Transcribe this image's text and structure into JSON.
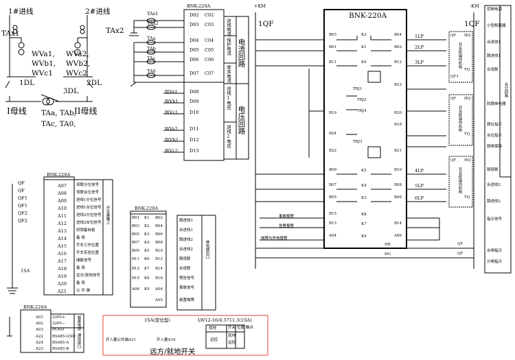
{
  "top_left": {
    "line1": "1#进线",
    "line2": "2#进线",
    "tax1": "TAx1",
    "tax2": "TAx2",
    "wv1": [
      "WVa1,",
      "WVb1,",
      "WVc1"
    ],
    "wv2": [
      "WVa2,",
      "WVb2,",
      "WVc2"
    ],
    "dl1": "1DL",
    "dl2": "2DL",
    "dl3": "3DL",
    "bus1": "I母线",
    "bus2": "II母线",
    "ta_list1": "TAa, TAb,",
    "ta_list2": "TAc, TA0,"
  },
  "analog_block": {
    "title": "BNK-220A",
    "ct_labels": [
      "TAx1",
      "TAx2",
      "TAa",
      "TAb",
      "TAc",
      "TA0"
    ],
    "left_terms": [
      "D02",
      "D03",
      "D04",
      "D05",
      "D06",
      "D07"
    ],
    "right_terms": [
      "C02",
      "C03",
      "C04",
      "C05",
      "C06",
      "C07"
    ],
    "pt_labels": [
      "WVa1",
      "WVb1",
      "WVc1",
      "WVa2",
      "WVb2",
      "WVc2"
    ],
    "pt_terms": [
      "D08",
      "D09",
      "D10",
      "D11",
      "D12",
      "D13"
    ],
    "side1": [
      "进线电流",
      "保护电流",
      "零序电流",
      "进线1电压",
      "进线2电压"
    ],
    "group1": "电流回路",
    "group2": "电压回路"
  },
  "di_block": {
    "title": "BNK-220A",
    "side_labels": [
      "QF",
      "QF",
      "QF1",
      "QF1",
      "QF2",
      "QF2"
    ],
    "isa": "1SA",
    "terms": [
      "A07",
      "A08",
      "A09",
      "A10",
      "A11",
      "A12",
      "A13",
      "A14",
      "A15",
      "A16",
      "A17",
      "A18",
      "A19",
      "A20",
      "A21"
    ],
    "descs": [
      "母联分位信号",
      "母联合位信号",
      "进线1分位信号",
      "进线1合位信号",
      "进线2分位信号",
      "进线2合位信号",
      "封锁备自投",
      "备 用",
      "手车工作位置",
      "手车实验位置",
      "储能信号",
      "备 用",
      "远方/就地信号",
      "备 用",
      "公 共 端"
    ],
    "group": "开关量输入"
  },
  "out_block": {
    "title": "BNK-220A",
    "rows": [
      {
        "l": "B01",
        "k": "K1",
        "r": "B02",
        "d": "跳进线1"
      },
      {
        "l": "B03",
        "k": "K2",
        "r": "B04",
        "d": "合进线1"
      },
      {
        "l": "B05",
        "k": "K3",
        "r": "B06",
        "d": "跳进线2"
      },
      {
        "l": "B07",
        "k": "K4",
        "r": "B08",
        "d": "合进线2"
      },
      {
        "l": "B09",
        "k": "K5",
        "r": "B10",
        "d": "跳母联"
      },
      {
        "l": "B11",
        "k": "K6",
        "r": "B12",
        "d": "合母联"
      },
      {
        "l": "B13",
        "k": "K7",
        "r": "B14",
        "d": "预告信号"
      },
      {
        "l": "B15",
        "k": "K8",
        "r": "B16",
        "d": "事故信号"
      },
      {
        "l": "A06",
        "k": "K9",
        "r": "A04",
        "d": "装置故障"
      },
      {
        "l": "",
        "k": "",
        "r": "A05",
        "d": ""
      }
    ],
    "group": "继电器出口"
  },
  "comm_block": {
    "title": "BNK-220A",
    "terms": [
      "A01",
      "A02",
      "A03",
      "A22",
      "A24",
      "A23"
    ],
    "descs": [
      "220V+",
      "220V−",
      "PGND",
      "RS485-GND",
      "RS485-A",
      "RS485-B"
    ],
    "g1": "装置电源",
    "g2": "通信接口"
  },
  "switch_box": {
    "title": "1SA(定位型)",
    "model": "LW12-16/4.5711.3(1SA)",
    "left_text": "开入量公共端A21",
    "right_text": "开入量A19",
    "bottom": "远方/就地开关",
    "mini_head": [
      "就地",
      "远控"
    ],
    "cols": [
      "开关",
      "位置",
      "触点"
    ],
    "marks": [
      "就地",
      "远控"
    ]
  },
  "main_block": {
    "km_left": "+KM",
    "km_right": "-KM",
    "qf_left": "1QF",
    "qf_right": "1QF",
    "title": "BNK-220A",
    "left_terms": [
      "B03",
      "B01",
      "B11",
      "B19",
      "B24",
      "B22",
      "B09",
      "B07",
      "B05",
      "B15",
      "B13",
      "A04"
    ],
    "right_terms": [
      "B04",
      "B02",
      "B12",
      "B23",
      "B20",
      "B18",
      "B21",
      "B10",
      "B08",
      "B06",
      "B14",
      "A06"
    ],
    "relays": [
      "K2",
      "K1",
      "K6",
      "K5",
      "K4",
      "K3",
      "K8",
      "K7",
      "K9"
    ],
    "tj": [
      "TRJ1",
      "TRJ4",
      "TRJ2",
      "TRJ3"
    ],
    "lp": [
      "1LP",
      "2LP",
      "3LP",
      "4LP",
      "5LP",
      "6LP"
    ],
    "lamps": [
      "事故报警",
      "告警报警",
      "故障与失电报警"
    ],
    "hr": "HR",
    "hg": "HG",
    "qf": [
      "QF",
      "QF"
    ],
    "cab": [
      "QF",
      "HQ",
      "开关柜操作机构",
      "TQ",
      "QF1"
    ],
    "tq": [
      "HQ",
      "TQ",
      "QF"
    ]
  },
  "legend": {
    "rows": [
      "控制电源",
      "小型断路器",
      "合进线1",
      "跳进线1",
      "合母联",
      "防跳继电器",
      "跳位指示",
      "合位指示",
      "跳闸保持",
      "跳母联",
      "合进线2",
      "跳进线2",
      "指示信号",
      "合闸指示",
      "分闸指示"
    ],
    "side": "合分回路"
  }
}
